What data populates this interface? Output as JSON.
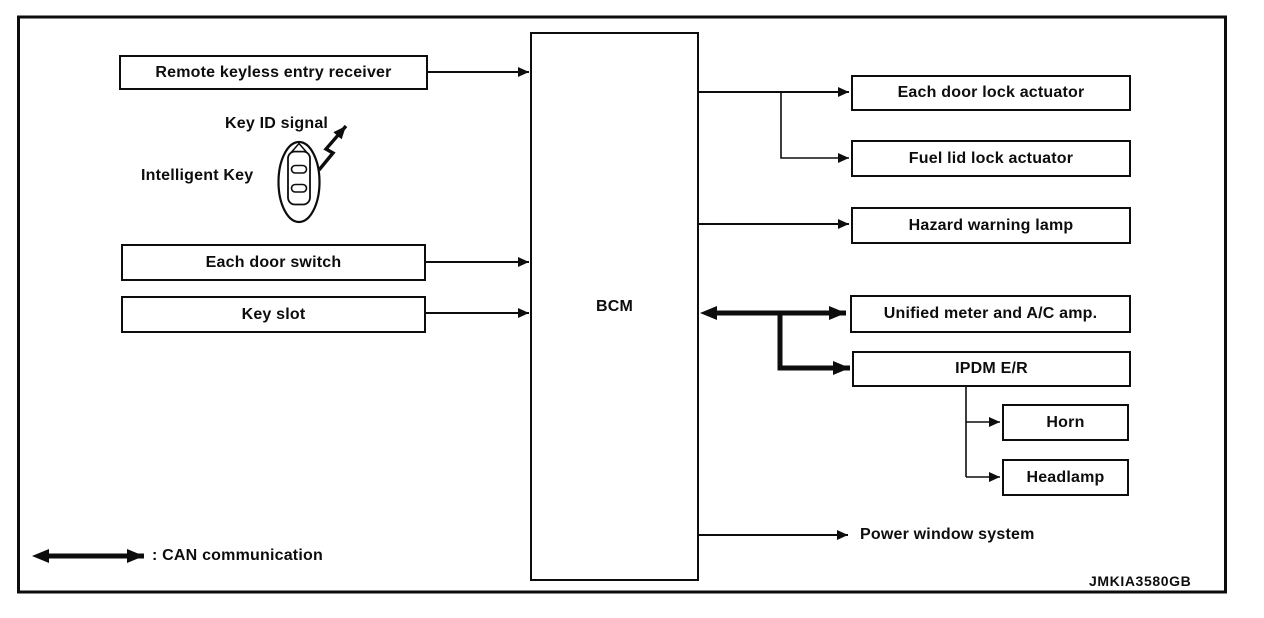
{
  "diagram": {
    "title_hint": "BCM system block diagram",
    "nodes": {
      "remote_keyless": "Remote keyless entry receiver",
      "door_switch": "Each door switch",
      "key_slot": "Key slot",
      "bcm": "BCM",
      "door_lock": "Each door lock actuator",
      "fuel_lid": "Fuel lid lock actuator",
      "hazard": "Hazard warning lamp",
      "unified_meter": "Unified meter and A/C amp.",
      "ipdm": "IPDM E/R",
      "horn": "Horn",
      "headlamp": "Headlamp"
    },
    "labels": {
      "key_id_signal": "Key ID signal",
      "intelligent_key": "Intelligent Key",
      "power_window_system": "Power window system",
      "can_legend": ": CAN communication",
      "figure_code": "JMKIA3580GB"
    },
    "connections": [
      {
        "from": "Remote keyless entry receiver",
        "to": "BCM",
        "type": "arrow"
      },
      {
        "from": "Each door switch",
        "to": "BCM",
        "type": "arrow"
      },
      {
        "from": "Key slot",
        "to": "BCM",
        "type": "arrow"
      },
      {
        "from": "BCM",
        "to": "Each door lock actuator",
        "type": "arrow"
      },
      {
        "from": "BCM",
        "to": "Fuel lid lock actuator",
        "type": "arrow"
      },
      {
        "from": "BCM",
        "to": "Hazard warning lamp",
        "type": "arrow"
      },
      {
        "from": "BCM",
        "to": "Unified meter and A/C amp.",
        "type": "CAN communication (bidirectional)"
      },
      {
        "from": "BCM",
        "to": "IPDM E/R",
        "type": "CAN communication"
      },
      {
        "from": "IPDM E/R",
        "to": "Horn",
        "type": "arrow"
      },
      {
        "from": "IPDM E/R",
        "to": "Headlamp",
        "type": "arrow"
      },
      {
        "from": "BCM",
        "to": "Power window system",
        "type": "arrow"
      },
      {
        "from": "Intelligent Key",
        "to": "Remote keyless entry receiver",
        "type": "Key ID signal (radio wave)"
      }
    ],
    "colors": {
      "line": "#0d0d0d",
      "background": "#ffffff"
    }
  }
}
